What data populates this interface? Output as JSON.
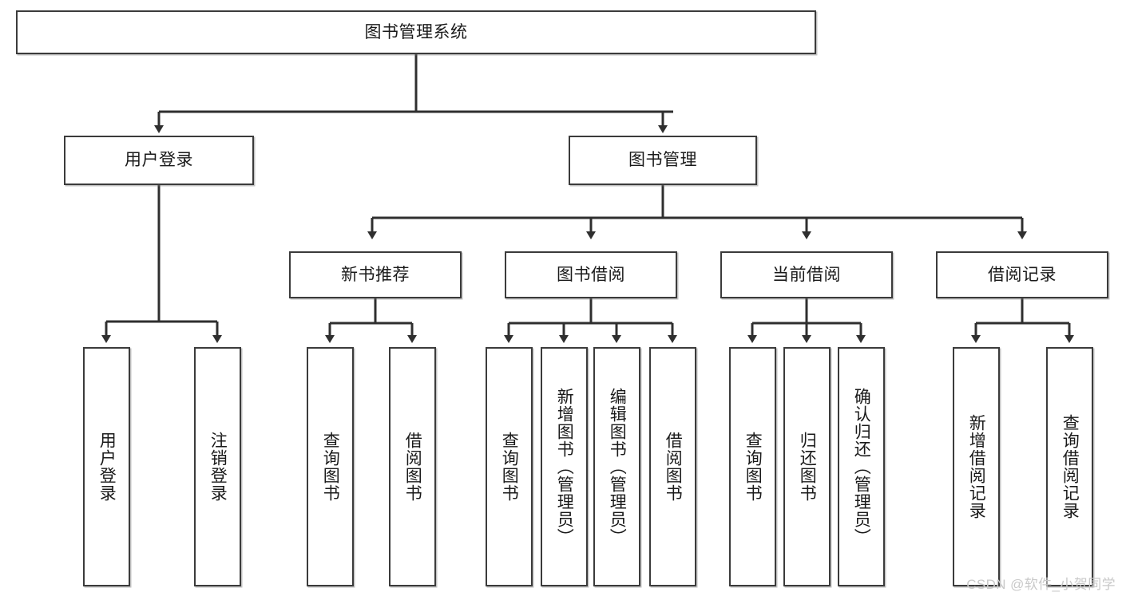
{
  "diagram": {
    "title": "图书管理系统",
    "type": "tree-hierarchy",
    "watermark": "CSDN @软件_小贺同学",
    "colors": {
      "border": "#3b3b3b",
      "box_fill": "#ffffff",
      "line": "#2f2f2f",
      "text": "#1a1a1a",
      "watermark": "#c9c9c9",
      "background": "#ffffff"
    },
    "nodes": {
      "root": {
        "label": "图书管理系统",
        "level": 0
      },
      "l1": [
        {
          "id": "user-login",
          "label": "用户登录"
        },
        {
          "id": "book-manage",
          "label": "图书管理"
        }
      ],
      "l2": [
        {
          "id": "new-book-rec",
          "label": "新书推荐",
          "parent": "book-manage"
        },
        {
          "id": "book-borrow",
          "label": "图书借阅",
          "parent": "book-manage"
        },
        {
          "id": "current-borrow",
          "label": "当前借阅",
          "parent": "book-manage"
        },
        {
          "id": "borrow-record",
          "label": "借阅记录",
          "parent": "book-manage"
        }
      ],
      "leaves": [
        {
          "id": "leaf-user-login",
          "label": "用户登录",
          "parent": "user-login"
        },
        {
          "id": "leaf-user-logout",
          "label": "注销登录",
          "parent": "user-login"
        },
        {
          "id": "leaf-query-book-1",
          "label": "查询图书",
          "parent": "new-book-rec"
        },
        {
          "id": "leaf-borrow-book-1",
          "label": "借阅图书",
          "parent": "new-book-rec"
        },
        {
          "id": "leaf-query-book-2",
          "label": "查询图书",
          "parent": "book-borrow"
        },
        {
          "id": "leaf-add-book",
          "label": "新增图书（管理员）",
          "parent": "book-borrow"
        },
        {
          "id": "leaf-edit-book",
          "label": "编辑图书（管理员）",
          "parent": "book-borrow"
        },
        {
          "id": "leaf-borrow-book-2",
          "label": "借阅图书",
          "parent": "book-borrow"
        },
        {
          "id": "leaf-query-book-3",
          "label": "查询图书",
          "parent": "current-borrow"
        },
        {
          "id": "leaf-return-book",
          "label": "归还图书",
          "parent": "current-borrow"
        },
        {
          "id": "leaf-confirm-return",
          "label": "确认归还（管理员）",
          "parent": "current-borrow"
        },
        {
          "id": "leaf-add-record",
          "label": "新增借阅记录",
          "parent": "borrow-record"
        },
        {
          "id": "leaf-query-record",
          "label": "查询借阅记录",
          "parent": "borrow-record"
        }
      ]
    }
  }
}
